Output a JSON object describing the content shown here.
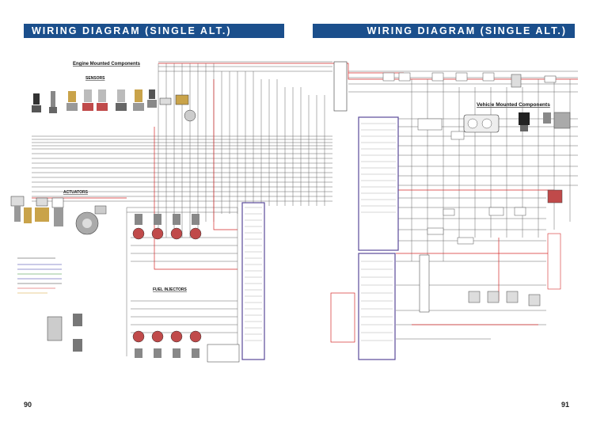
{
  "header": {
    "left_title": "WIRING DIAGRAM (SINGLE ALT.)",
    "right_title": "WIRING DIAGRAM (SINGLE ALT.)"
  },
  "sections": {
    "engine_mounted": "Engine Mounted Components",
    "sensors": "SENSORS",
    "actuators": "ACTUATORS",
    "fuel_injectors": "FUEL INJECTORS",
    "vehicle_mounted": "Vehicle Mounted Components"
  },
  "pages": {
    "left": "90",
    "right": "91"
  },
  "colors": {
    "banner": "#1b4f8c",
    "wire_red": "#d42a2a",
    "wire_dark": "#555555",
    "connector_box": "#5a4a9a",
    "legend_text": "#2a2aa0"
  }
}
